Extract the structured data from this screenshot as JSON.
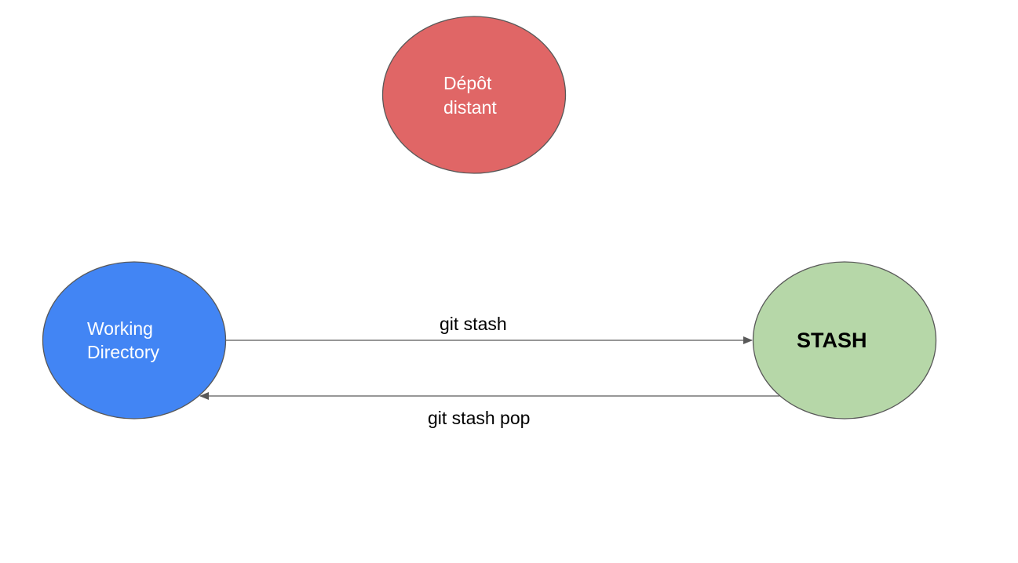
{
  "nodes": {
    "remote": {
      "lines": [
        "Dépôt",
        "distant"
      ],
      "fill": "#e06666",
      "text_color": "#ffffff"
    },
    "working": {
      "lines": [
        "Working",
        "Directory"
      ],
      "fill": "#4285f4",
      "text_color": "#ffffff"
    },
    "stash": {
      "label": "STASH",
      "fill": "#b6d7a8",
      "text_color": "#000000"
    }
  },
  "edges": {
    "stash_cmd": {
      "label": "git stash"
    },
    "pop_cmd": {
      "label": "git stash pop"
    }
  },
  "colors": {
    "outline": "#595959",
    "arrow": "#595959"
  }
}
